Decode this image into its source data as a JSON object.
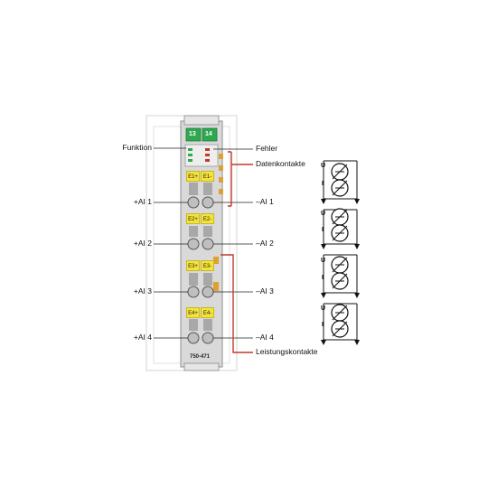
{
  "module": {
    "model": "750-471",
    "led_labels": [
      "13",
      "14"
    ],
    "terminals": [
      "E1+",
      "E1-",
      "E2+",
      "E2-",
      "E3+",
      "E3-",
      "E4+",
      "E4-"
    ]
  },
  "labels_left": {
    "funktion": "Funktion",
    "ai1": "+AI 1",
    "ai2": "+AI 2",
    "ai3": "+AI 3",
    "ai4": "+AI 4"
  },
  "labels_right": {
    "fehler": "Fehler",
    "datenkontakte": "Datenkontakte",
    "ai1": "–AI 1",
    "ai2": "–AI 2",
    "ai3": "–AI 3",
    "ai4": "–AI 4",
    "leistungskontakte": "Leistungskontakte"
  },
  "circuit": {
    "voltage_symbol": "U",
    "current_symbol": "I"
  },
  "colors": {
    "module_body": "#d9d9d9",
    "terminal_yellow": "#f4e33a",
    "led_green": "#2fa84f",
    "contact_red": "#c0392b",
    "connector_orange": "#e0a030"
  }
}
